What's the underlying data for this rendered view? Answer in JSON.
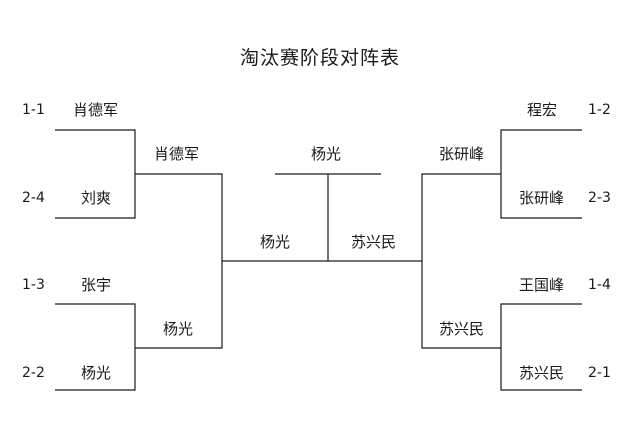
{
  "title": "淘汰赛阶段对阵表",
  "left": {
    "r1": [
      {
        "seed": "1-1",
        "name": "肖德军"
      },
      {
        "seed": "2-4",
        "name": "刘爽"
      },
      {
        "seed": "1-3",
        "name": "张宇"
      },
      {
        "seed": "2-2",
        "name": "杨光"
      }
    ],
    "r2": [
      "肖德军",
      "杨光"
    ],
    "semi": "杨光"
  },
  "right": {
    "r1": [
      {
        "seed": "1-2",
        "name": "程宏"
      },
      {
        "seed": "2-3",
        "name": "张研峰"
      },
      {
        "seed": "1-4",
        "name": "王国峰"
      },
      {
        "seed": "2-1",
        "name": "苏兴民"
      }
    ],
    "r2": [
      "张研峰",
      "苏兴民"
    ],
    "semi": "苏兴民"
  },
  "champion": "杨光"
}
